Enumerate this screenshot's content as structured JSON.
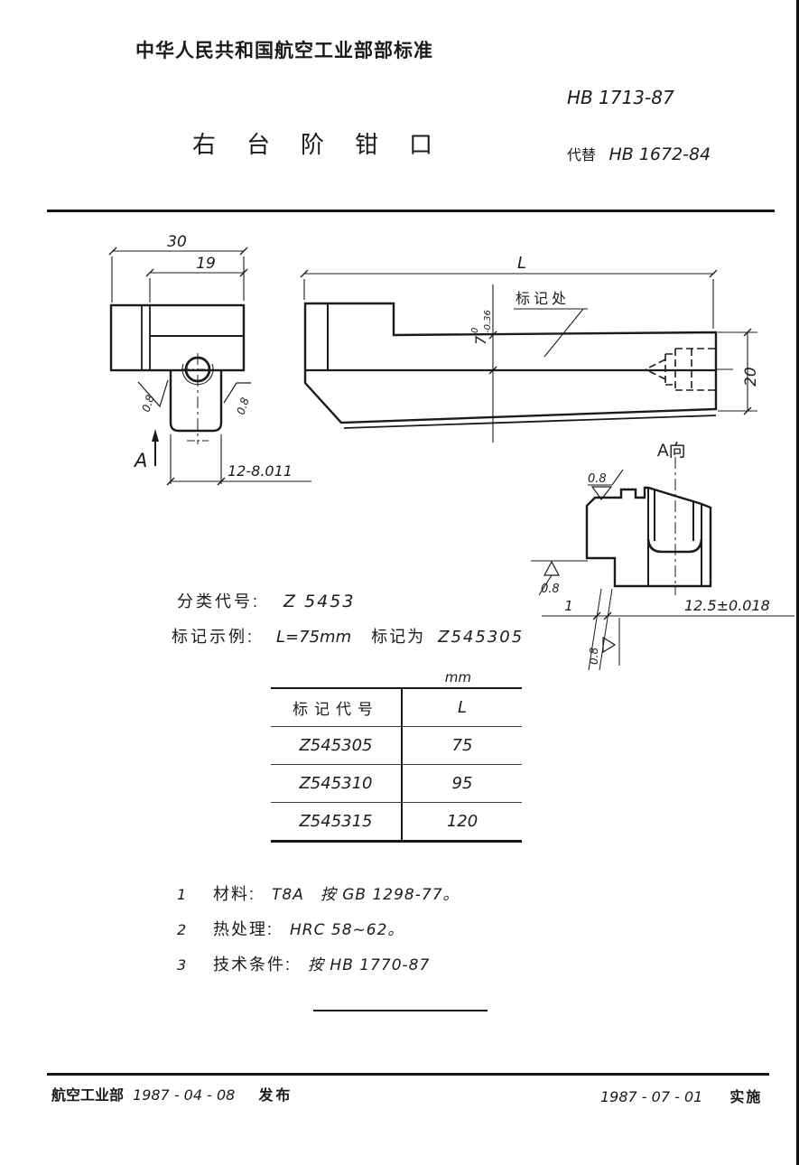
{
  "page": {
    "background": "#ffffff",
    "ink": "#1b1b1b"
  },
  "header": {
    "org": "中华人民共和国航空工业部部标准",
    "standard_no": "HB 1713-87",
    "title": "右台阶钳口",
    "replaces_label": "代替",
    "replaces_no": "HB 1672-84"
  },
  "front_view": {
    "dim_outer_width": "30",
    "dim_inner_width": "19",
    "dim_stem_width": "12-8.011",
    "roughness_left": "0.8",
    "roughness_right": "0.8",
    "view_arrow_label": "A"
  },
  "side_view": {
    "dim_length": "L",
    "step_dim_main": "7",
    "step_dim_upper": "0",
    "step_dim_lower": "-0.36",
    "marking_label": "标记处",
    "dim_height": "20"
  },
  "a_view": {
    "label": "A向",
    "roughness_top": "0.8",
    "roughness_left": "0.8",
    "roughness_bottom": "0.8",
    "dim_step": "1",
    "dim_width": "12.5±0.018"
  },
  "classification": {
    "code_label": "分类代号:",
    "code_value": "Z 5453",
    "example_label": "标记示例:",
    "example_condition": "L=75mm",
    "example_mark_word": "标记为",
    "example_code": "Z545305"
  },
  "table": {
    "unit": "mm",
    "col_code": "标记代号",
    "col_L": "L",
    "rows": [
      {
        "code": "Z545305",
        "L": "75"
      },
      {
        "code": "Z545310",
        "L": "95"
      },
      {
        "code": "Z545315",
        "L": "120"
      }
    ]
  },
  "notes": [
    {
      "no": "1",
      "label": "材料:",
      "value": "T8A　按 GB 1298-77。"
    },
    {
      "no": "2",
      "label": "热处理:",
      "value": "HRC 58~62。"
    },
    {
      "no": "3",
      "label": "技术条件:",
      "value": "按 HB 1770-87"
    }
  ],
  "footer": {
    "publisher": "航空工业部",
    "publish_date": "1987 - 04 - 08",
    "publish_label": "发布",
    "effective_date": "1987 - 07 - 01",
    "effective_label": "实施"
  }
}
